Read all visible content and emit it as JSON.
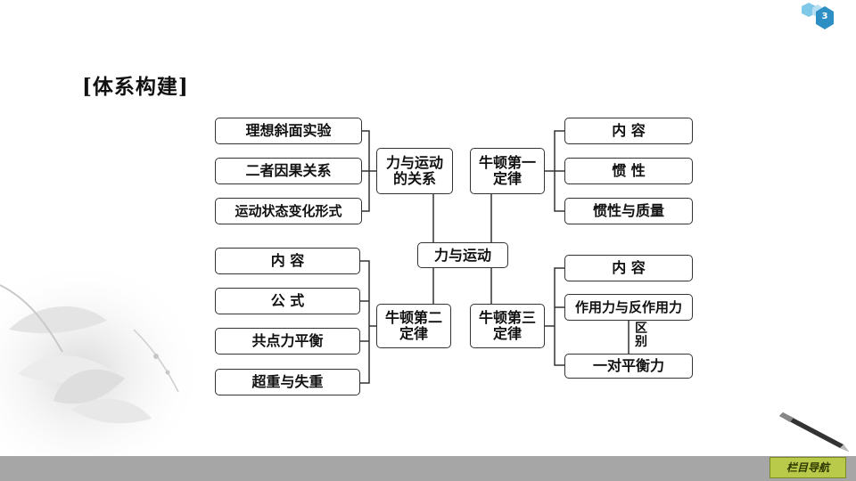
{
  "slide": {
    "page_number": "3",
    "title": "[体系构建]",
    "nav_label": "栏目导航"
  },
  "diagram": {
    "center": "力与运动",
    "branch_top_left": "力与运动\n的关系",
    "branch_top_right": "牛顿第一\n定律",
    "branch_bottom_left": "牛顿第二\n定律",
    "branch_bottom_right": "牛顿第三\n定律",
    "top_left_items": [
      "理想斜面实验",
      "二者因果关系",
      "运动状态变化形式"
    ],
    "top_right_items": [
      "内  容",
      "惯  性",
      "惯性与质量"
    ],
    "bottom_left_items": [
      "内  容",
      "公  式",
      "共点力平衡",
      "超重与失重"
    ],
    "bottom_right_items": [
      "内  容",
      "作用力与反作用力",
      "一对平衡力"
    ],
    "difference_label": "区\n别"
  }
}
